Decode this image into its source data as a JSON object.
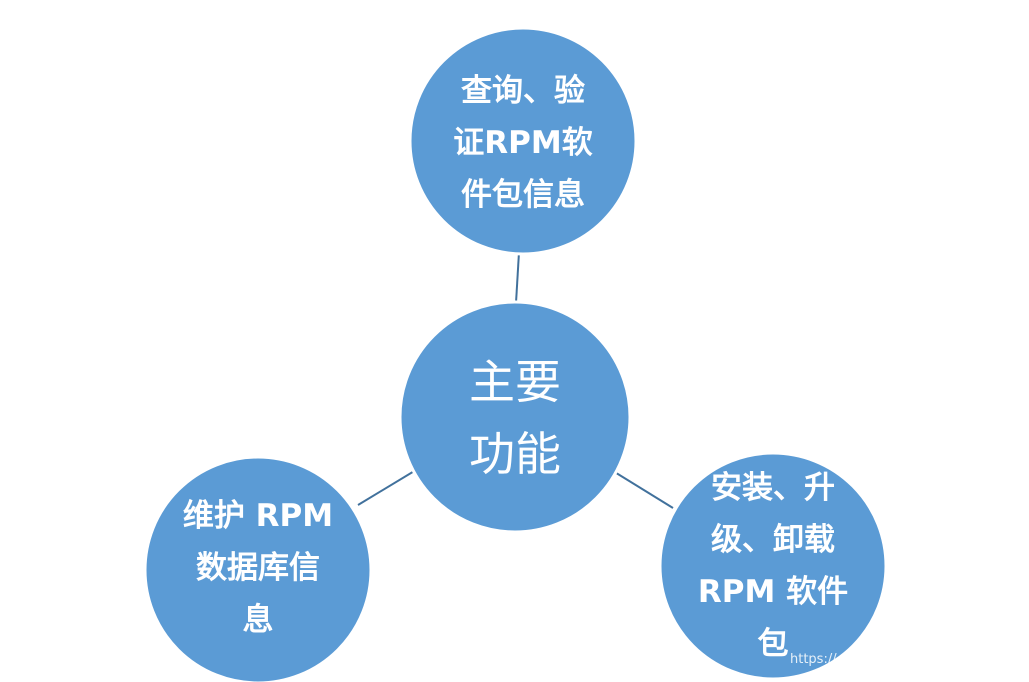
{
  "colors": {
    "node_fill": "#5b9bd5",
    "connector": "#41719c",
    "text": "#ffffff",
    "background": "#ffffff"
  },
  "center": {
    "lines": [
      "主要",
      "功能"
    ]
  },
  "nodes": {
    "top": {
      "lines": [
        "查询、验",
        "证RPM软",
        "件包信息"
      ]
    },
    "left": {
      "lines": [
        "维护 RPM",
        "数据库信",
        "息"
      ]
    },
    "right": {
      "lines": [
        "安装、升",
        "级、卸载",
        "RPM 软件",
        "包"
      ]
    }
  },
  "watermark": "https://"
}
